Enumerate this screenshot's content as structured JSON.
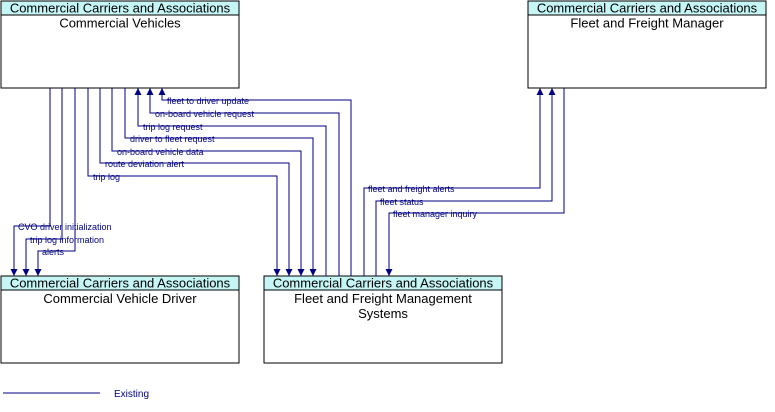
{
  "nodes": {
    "commercial_vehicles": {
      "owner": "Commercial Carriers and Associations",
      "name_lines": [
        "Commercial Vehicles"
      ]
    },
    "fleet_freight_manager": {
      "owner": "Commercial Carriers and Associations",
      "name_lines": [
        "Fleet and Freight Manager"
      ]
    },
    "commercial_vehicle_driver": {
      "owner": "Commercial Carriers and Associations",
      "name_lines": [
        "Commercial Vehicle Driver"
      ]
    },
    "ffms": {
      "owner": "Commercial Carriers and Associations",
      "name_lines": [
        "Fleet and Freight Management",
        "Systems"
      ]
    }
  },
  "flows": {
    "fleet_to_driver_update": "fleet to driver update",
    "on_board_vehicle_request": "on-board vehicle request",
    "trip_log_request": "trip log request",
    "driver_to_fleet_request": "driver to fleet request",
    "on_board_vehicle_data": "on-board vehicle data",
    "route_deviation_alert": "route deviation alert",
    "trip_log": "trip log",
    "cvo_driver_initialization": "CVO driver initialization",
    "trip_log_information": "trip log information",
    "alerts": "alerts",
    "fleet_and_freight_alerts": "fleet and freight alerts",
    "fleet_status": "fleet status",
    "fleet_manager_inquiry": "fleet manager inquiry"
  },
  "legend": {
    "existing": "Existing"
  },
  "colors": {
    "header_fill": "#c6f5f5",
    "flow_line": "#000080",
    "border": "#000000"
  }
}
